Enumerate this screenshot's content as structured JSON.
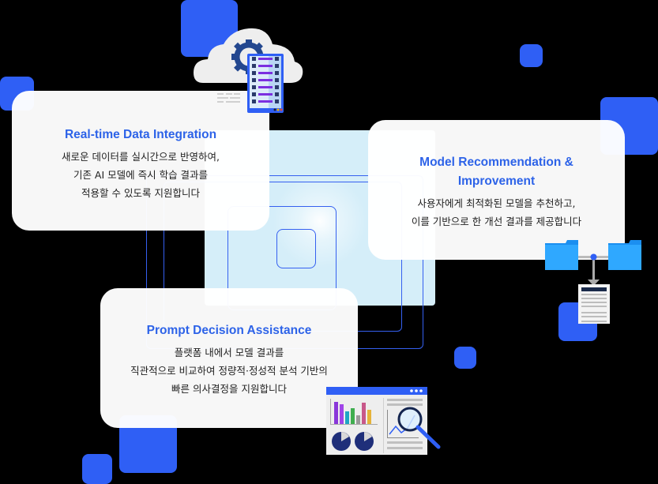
{
  "colors": {
    "accent_blue": "#2f5ff5",
    "title_blue": "#2d63e8",
    "panel_light_blue": "#d5eef9",
    "outline_blue": "#3560f0",
    "background": "#000000"
  },
  "cards": [
    {
      "title": "Real-time Data Integration",
      "lines": [
        "새로운 데이터를 실시간으로 반영하여,",
        "기존 AI 모델에 즉시 학습 결과를",
        "적용할 수 있도록 지원합니다"
      ]
    },
    {
      "title_lines": [
        "Model Recommendation &",
        "Improvement"
      ],
      "lines": [
        "사용자에게 최적화된 모델을 추천하고,",
        "이를 기반으로 한 개선 결과를 제공합니다"
      ]
    },
    {
      "title": "Prompt Decision Assistance",
      "lines": [
        "플랫폼 내에서 모델 결과를",
        "직관적으로 비교하여 정량적·정성적 분석 기반의",
        "빠른 의사결정을 지원합니다"
      ]
    }
  ],
  "illustrations": {
    "cloud_server": "cloud-server-icon",
    "folder_document": "folder-document-icon",
    "analytics_dashboard": "analytics-dashboard-icon"
  }
}
